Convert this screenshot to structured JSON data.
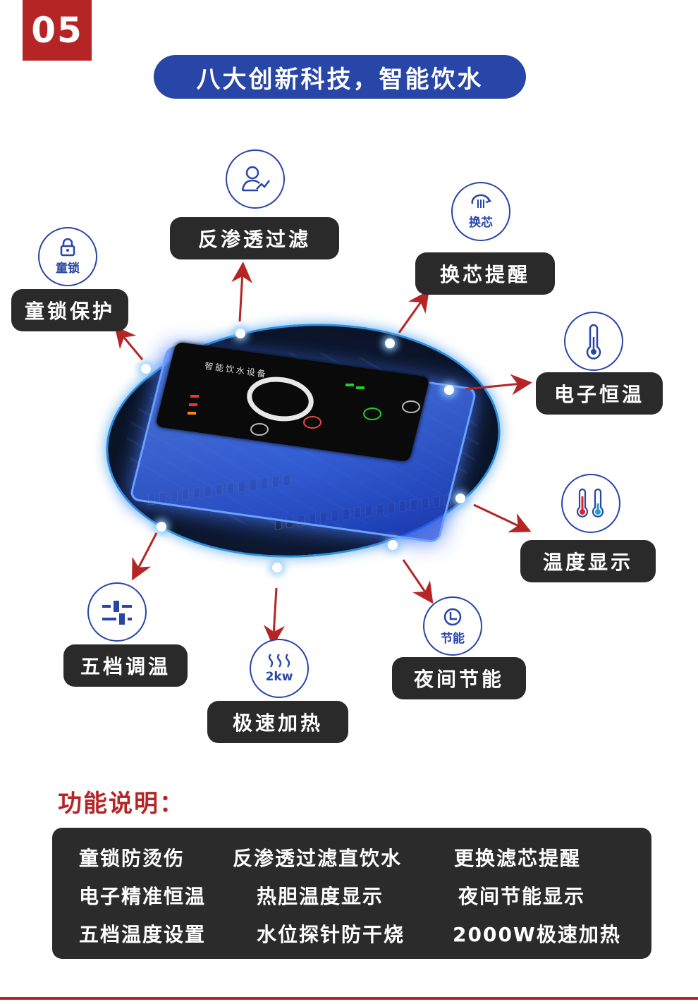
{
  "section_number": "05",
  "title": "八大创新科技，智能饮水",
  "panel_text": "智能饮水设备",
  "features": {
    "ro": {
      "label": "反渗透过滤",
      "icon": "person-trend-icon"
    },
    "filter": {
      "label": "换芯提醒",
      "icon": "filter-swap-icon",
      "caption": "换芯"
    },
    "lock": {
      "label": "童锁保护",
      "icon": "padlock-icon",
      "caption": "童锁"
    },
    "thermo": {
      "label": "电子恒温",
      "icon": "thermometer-icon"
    },
    "tempdisp": {
      "label": "温度显示",
      "icon": "dual-thermometer-icon"
    },
    "gear": {
      "label": "五档调温",
      "icon": "sliders-icon"
    },
    "heat": {
      "label": "极速加热",
      "icon": "heat-waves-icon",
      "caption": "2kw"
    },
    "night": {
      "label": "夜间节能",
      "icon": "clock-icon",
      "caption": "节能"
    }
  },
  "func": {
    "title": "功能说明：",
    "items": [
      "童锁防烫伤",
      "反渗透过滤直饮水",
      "更换滤芯提醒",
      "电子精准恒温",
      "热胆温度显示",
      "夜间节能显示",
      "五档温度设置",
      "水位探针防干烧",
      "2000W极速加热"
    ]
  },
  "colors": {
    "brand_red": "#b62525",
    "brand_blue": "#2845a8",
    "pill_dark": "#2a2a2a"
  }
}
